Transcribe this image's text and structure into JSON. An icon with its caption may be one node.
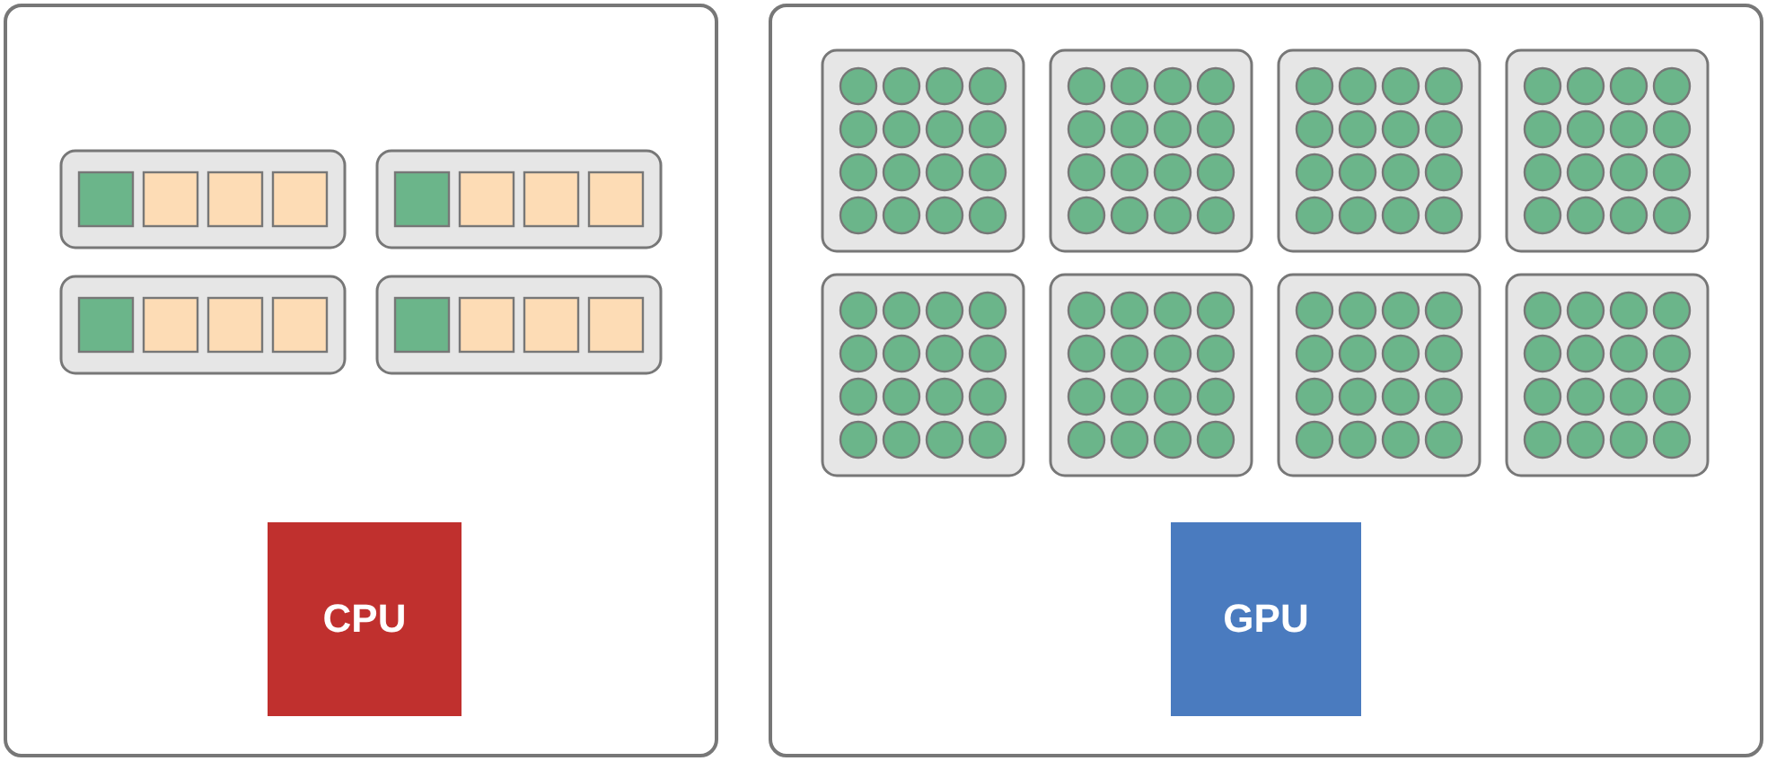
{
  "diagram": {
    "nodes": [
      {
        "text": [],
        "shape": "box"
      },
      {
        "text": [
          "CPU"
        ],
        "in": 0
      },
      {
        "text": [],
        "shape": "box"
      },
      {
        "text": [
          "GPU"
        ],
        "in": 2
      }
    ]
  }
}
